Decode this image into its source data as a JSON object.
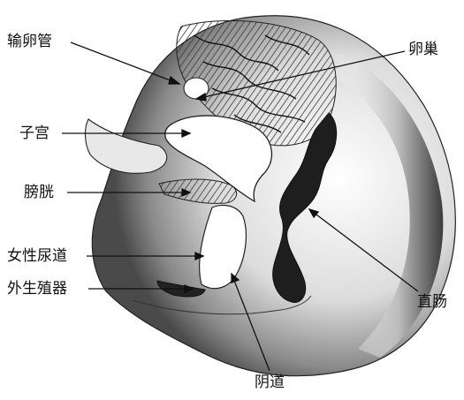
{
  "labels": {
    "fallopian_tube": "输卵管",
    "ovary": "卵巢",
    "uterus": "子宫",
    "bladder": "膀胱",
    "urethra": "女性尿道",
    "genitalia": "外生殖器",
    "rectum": "直肠",
    "vagina": "阴道"
  }
}
